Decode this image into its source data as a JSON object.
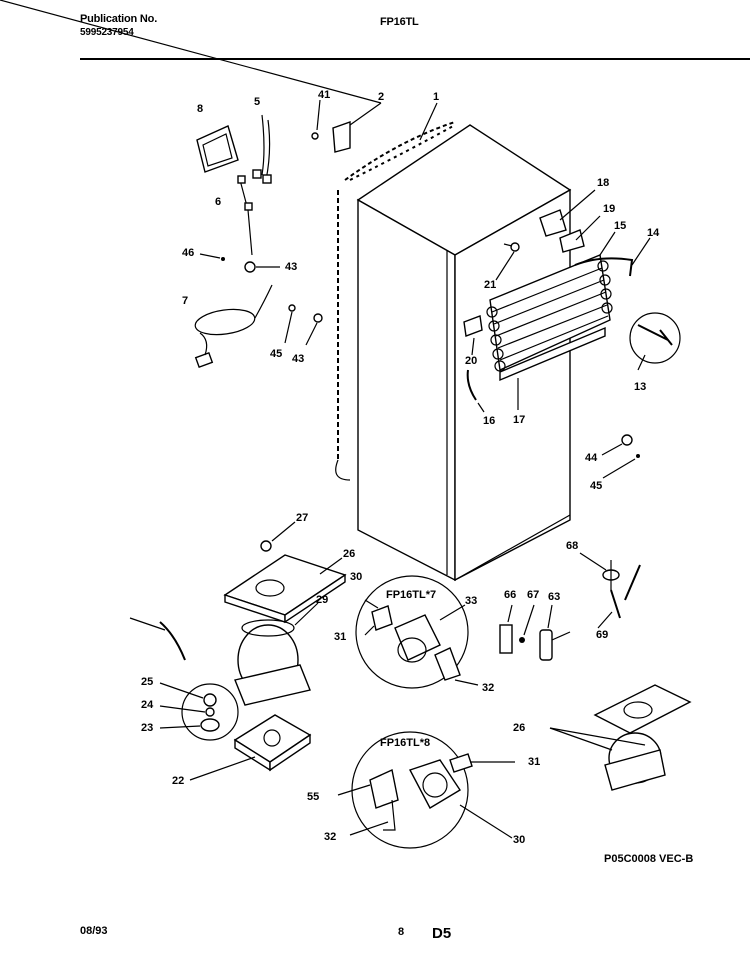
{
  "header": {
    "publication_label": "Publication No.",
    "publication_number": "5995237954",
    "model": "FP16TL"
  },
  "footer": {
    "date": "08/93",
    "page": "8",
    "section": "D5"
  },
  "diagram_code": "P05C0008 VEC-B",
  "inset_labels": {
    "inset_7": "FP16TL*7",
    "inset_8": "FP16TL*8"
  },
  "callouts": {
    "c1": "1",
    "c2": "2",
    "c41": "41",
    "c5": "5",
    "c8": "8",
    "c6": "6",
    "c46": "46",
    "c43a": "43",
    "c7": "7",
    "c45a": "45",
    "c43b": "43",
    "c18": "18",
    "c19": "19",
    "c15": "15",
    "c14": "14",
    "c21": "21",
    "c20": "20",
    "c16": "16",
    "c17": "17",
    "c13": "13",
    "c44": "44",
    "c45b": "45",
    "c27": "27",
    "c26a": "26",
    "c68": "68",
    "c30a": "30",
    "c33": "33",
    "c66": "66",
    "c67": "67",
    "c63": "63",
    "c29": "29",
    "c31a": "31",
    "c69": "69",
    "c32a": "32",
    "c25": "25",
    "c24": "24",
    "c23": "23",
    "c26b": "26",
    "c22": "22",
    "c31b": "31",
    "c55": "55",
    "c32b": "32",
    "c30b": "30"
  }
}
